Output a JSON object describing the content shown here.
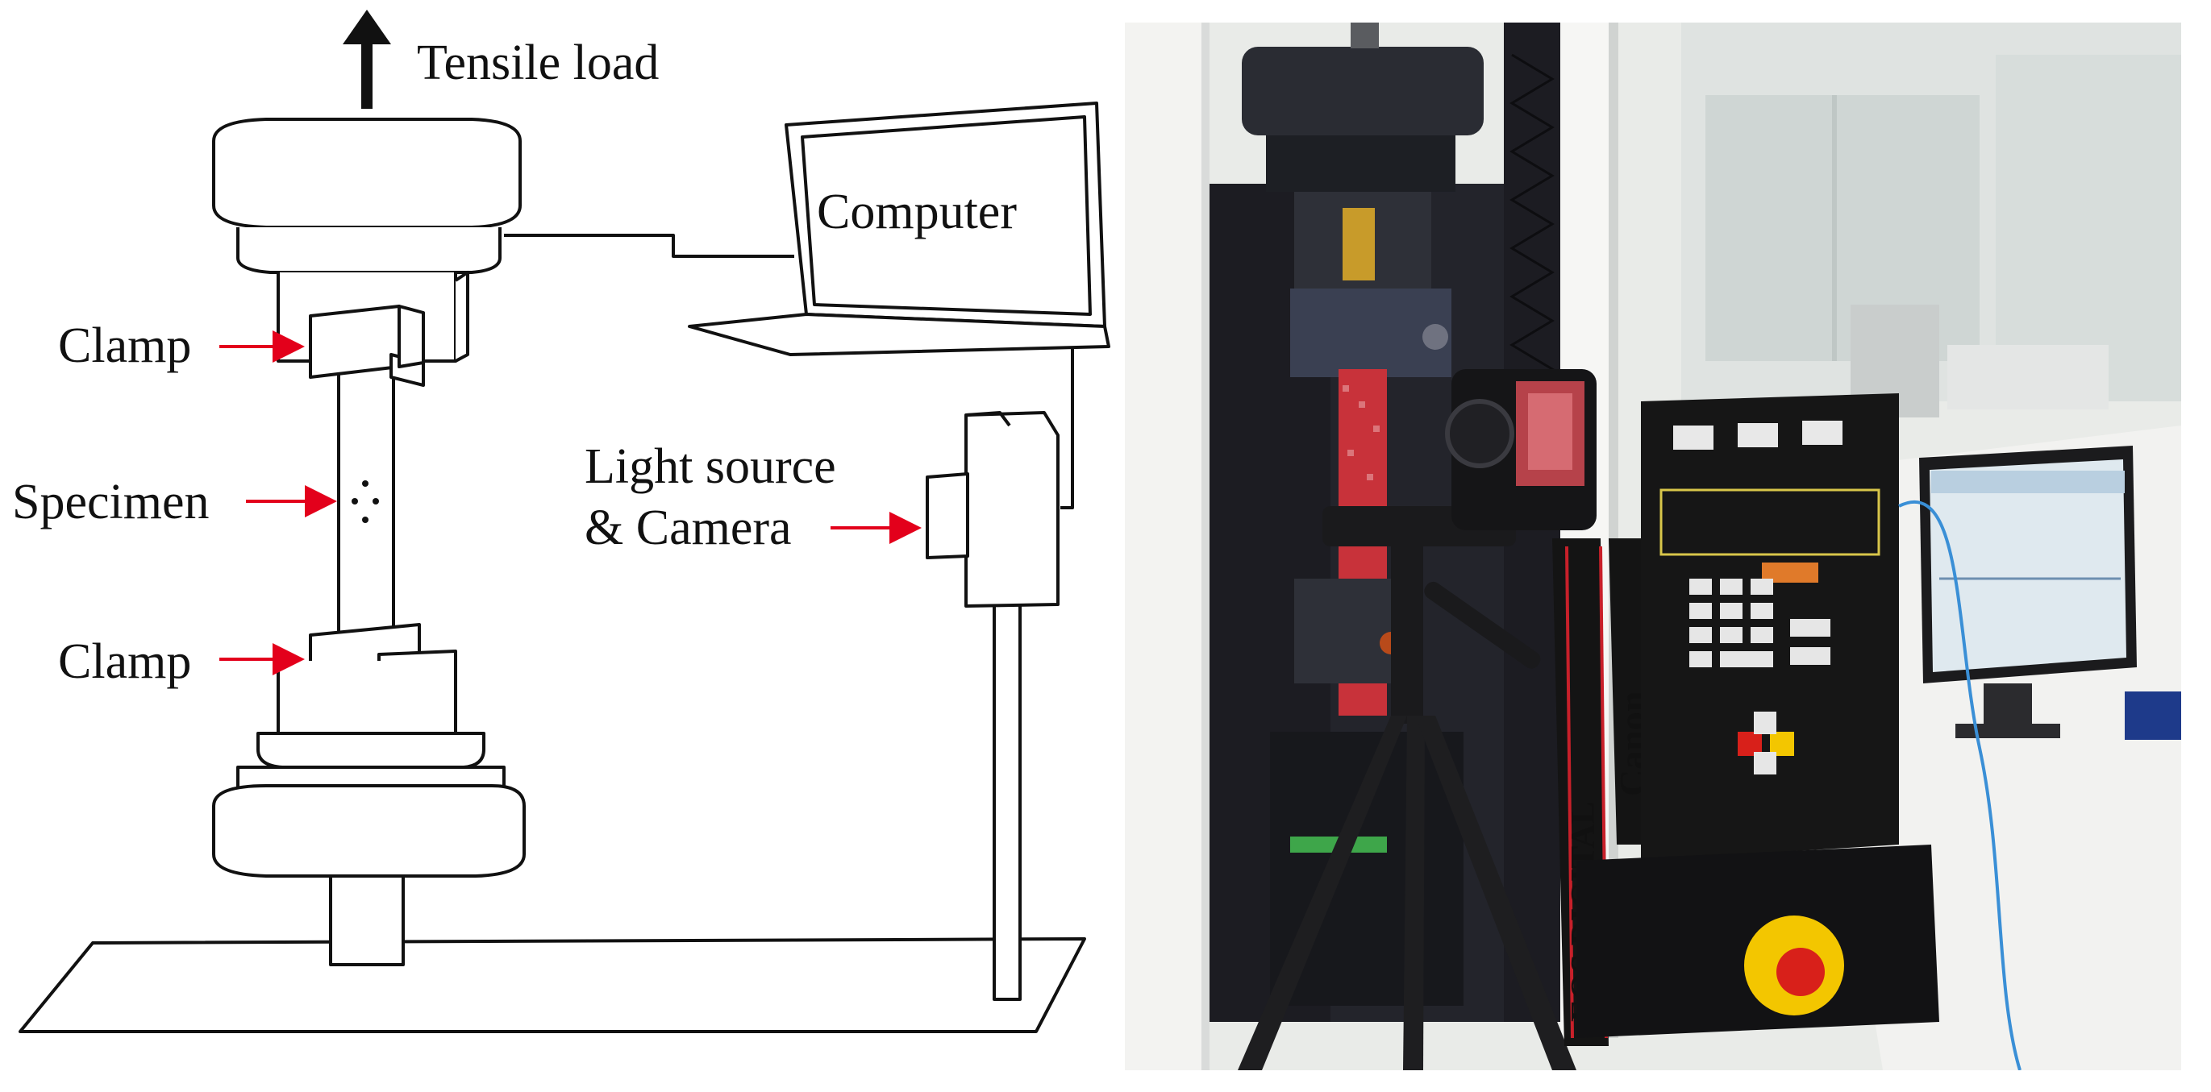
{
  "schematic": {
    "labels": {
      "tensile_load": "Tensile load",
      "computer": "Computer",
      "clamp_top": "Clamp",
      "clamp_bottom": "Clamp",
      "specimen": "Specimen",
      "light_source_line1": "Light source",
      "light_source_line2": "& Camera"
    },
    "colors": {
      "line": "#111111",
      "arrow": "#e3001b",
      "fill": "#ffffff"
    }
  },
  "photo": {
    "texts": {
      "strap_brand": "Canon",
      "strap_model": "EOS DIGITAL"
    },
    "colors": {
      "frame_dark": "#1c1c22",
      "specimen_red": "#c8323a",
      "panel_black": "#161616",
      "wall": "#e9ebe8",
      "bench": "#f2f2f0",
      "stop_red": "#d8201a",
      "stop_yellow": "#f3c600",
      "monitor_screen": "#dfe9ef"
    }
  }
}
